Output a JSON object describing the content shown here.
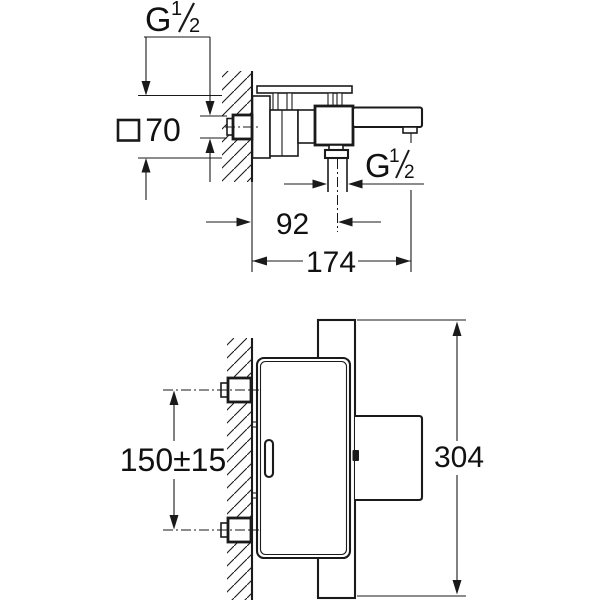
{
  "drawing": {
    "background_color": "#ffffff",
    "line_color": "#1a1a1a",
    "views": {
      "side": {
        "name": "side-elevation-wall-mounted-mixer",
        "thread_wall": {
          "letter": "G",
          "numerator": "1",
          "denominator": "2"
        },
        "square_symbol_icon": "square-outline",
        "plate_size": "70",
        "spout_offset": "92",
        "total_depth": "174",
        "thread_spout": {
          "letter": "G",
          "numerator": "1",
          "denominator": "2"
        }
      },
      "front": {
        "name": "profile-elevation-wall-mounted-mixer",
        "connection_spacing": "150±15",
        "total_height": "304"
      }
    }
  }
}
